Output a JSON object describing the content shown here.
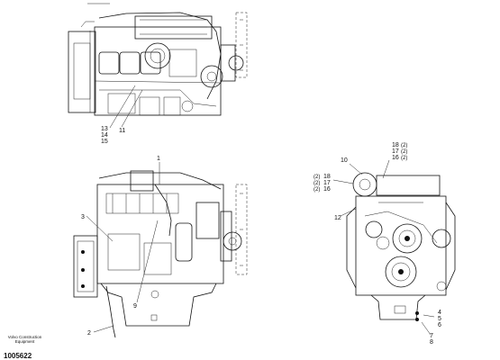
{
  "figure": {
    "top_view_labels": {
      "l13": "13",
      "l14": "14",
      "l15": "15",
      "l11": "11"
    },
    "side_view_labels": {
      "l1": "1",
      "l3": "3",
      "l9": "9",
      "l2": "2"
    },
    "front_view_labels": {
      "l10": "10",
      "l18": "18",
      "l18q": "(2)",
      "l17": "17",
      "l17q": "(2)",
      "l16": "16",
      "l16q": "(2)",
      "l18b": "18",
      "l18bq": "(2)",
      "l17b": "17",
      "l17bq": "(2)",
      "l16b": "16",
      "l16bq": "(2)",
      "l12": "12",
      "l4": "4",
      "l5": "5",
      "l6": "6",
      "l7": "7",
      "l8": "8"
    }
  },
  "footer": {
    "company_line1": "Volvo Construction",
    "company_line2": "Equipment",
    "doc_number": "1005622"
  }
}
